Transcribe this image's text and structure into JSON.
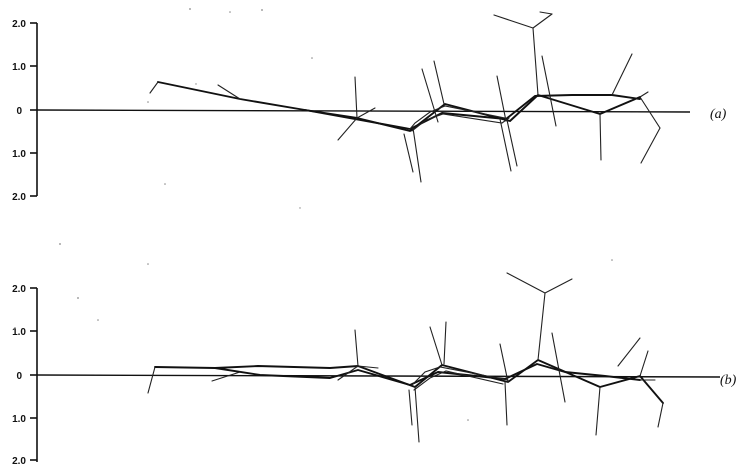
{
  "axis": {
    "tick_labels": [
      "2.0",
      "1.0",
      "0",
      "1.0",
      "2.0"
    ]
  },
  "panels": [
    {
      "id": "a",
      "label": "(a)"
    },
    {
      "id": "b",
      "label": "(b)"
    }
  ]
}
